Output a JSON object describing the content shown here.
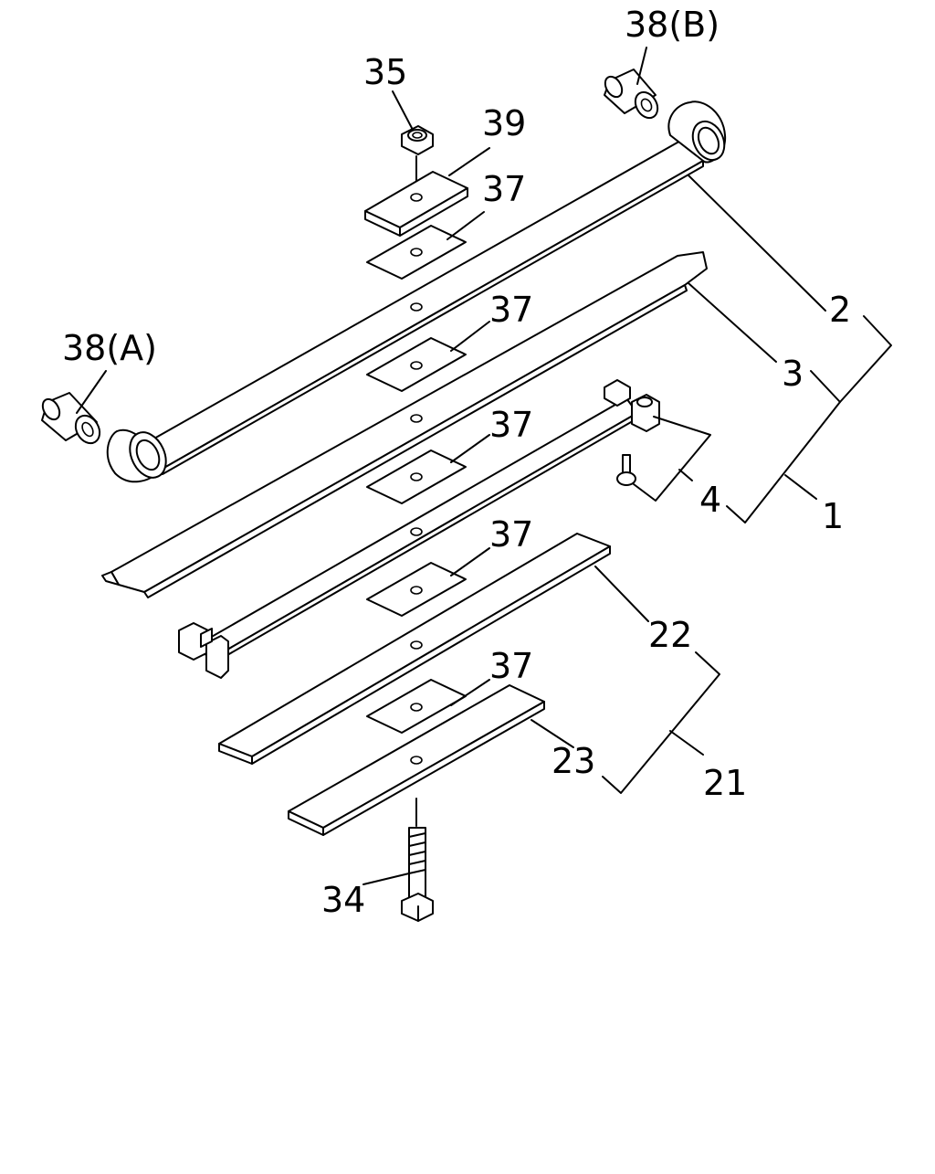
{
  "labels": {
    "p38b": "38(B)",
    "p35": "35",
    "p39": "39",
    "p37a": "37",
    "p38a": "38(A)",
    "p37b": "37",
    "p2": "2",
    "p3": "3",
    "p37c": "37",
    "p4": "4",
    "p1": "1",
    "p37d": "37",
    "p22": "22",
    "p37e": "37",
    "p23": "23",
    "p21": "21",
    "p34": "34"
  }
}
